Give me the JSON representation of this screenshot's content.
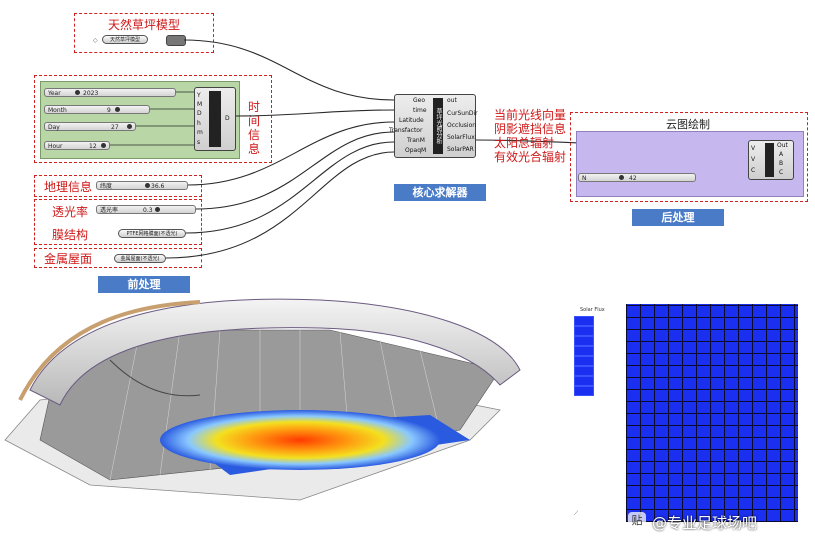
{
  "pre": {
    "model_label": "天然草坪模型",
    "model_component": "天然草坪模型",
    "time_label": "时间信息",
    "sliders": [
      {
        "name": "Year",
        "value": "2023"
      },
      {
        "name": "Month",
        "value": "9"
      },
      {
        "name": "Day",
        "value": "27"
      },
      {
        "name": "Hour",
        "value": "12"
      }
    ],
    "date_ports": [
      "Y",
      "M",
      "D",
      "h",
      "m",
      "s"
    ],
    "date_out": "D",
    "geo_label": "地理信息",
    "geo_slider": {
      "name": "纬度",
      "value": "36.6"
    },
    "trans_label": "透光率",
    "trans_slider": {
      "name": "透光率",
      "value": "0.3"
    },
    "film_label": "膜结构",
    "film_component": "PTFE网格膜面(不透光)",
    "roof_label": "金属屋面",
    "roof_component": "金属屋面(不透光)",
    "tag": "前处理"
  },
  "core": {
    "inputs": [
      "Geo",
      "time",
      "Latitude",
      "Transfactor",
      "TranM",
      "OpaqM"
    ],
    "outputs": [
      "out",
      "CurSunDir",
      "Occlusion",
      "SolarFlux",
      "SolarPAR"
    ],
    "bar_text": "草坪光照分析",
    "tag": "核心求解器",
    "notes": [
      "当前光线向量",
      "阴影遮挡信息",
      "太阳总辐射",
      "有效光合辐射"
    ]
  },
  "post": {
    "label": "云图绘制",
    "slider_name": "N",
    "slider_value": "42",
    "ports_in": [
      "V",
      "V",
      "C"
    ],
    "ports_out": [
      "Out",
      "A",
      "B",
      "C"
    ],
    "tag": "后处理"
  },
  "render": {
    "legend_title": "Solar Flux"
  },
  "watermark": "@专业足球场吧",
  "watermark_icon": "贴",
  "colors": {
    "red": "#d01818",
    "tag_blue": "#4a7bc6",
    "grid_blue": "#1a2ff0",
    "panel_green": "#b8d6a6",
    "panel_purple": "#c6b8ee"
  }
}
